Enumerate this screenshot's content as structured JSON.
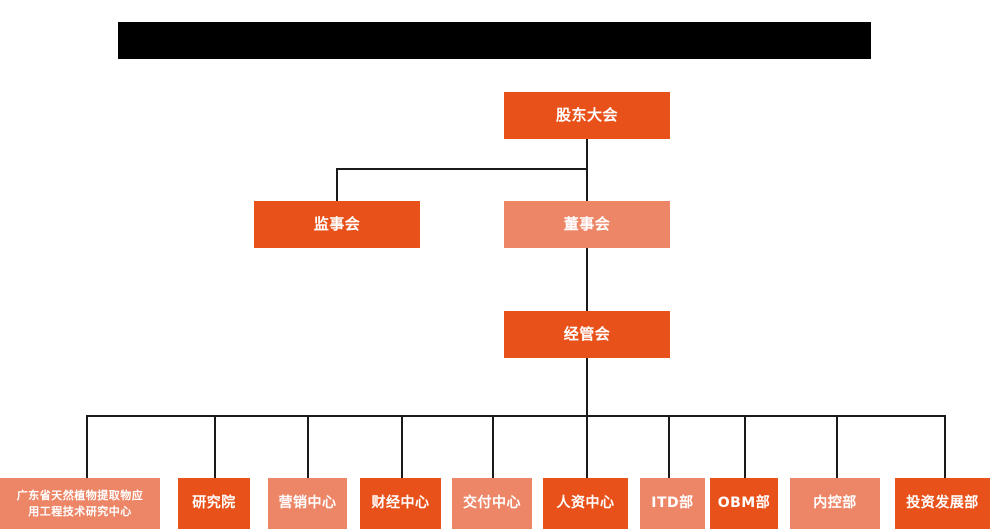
{
  "page": {
    "title_bar": "",
    "background_color": "#ffffff"
  },
  "colors": {
    "dark_orange": "#E8511A",
    "light_orange": "#ED8567",
    "redaction": "#000000",
    "connector": "#1a1a1a",
    "node_text": "#ffffff"
  },
  "org_chart": {
    "levels": [
      {
        "level": 1,
        "nodes": [
          {
            "id": "shareholders",
            "label": "股东大会",
            "tone": "dark"
          }
        ]
      },
      {
        "level": 2,
        "nodes": [
          {
            "id": "supervisors",
            "label": "监事会",
            "tone": "dark"
          },
          {
            "id": "directors",
            "label": "董事会",
            "tone": "light"
          }
        ]
      },
      {
        "level": 3,
        "nodes": [
          {
            "id": "management",
            "label": "经管会",
            "tone": "dark"
          }
        ]
      }
    ],
    "departments": [
      {
        "id": "guangdong-center",
        "label": "广东省天然植物提取物应\n用工程技术研究中心",
        "tone": "light"
      },
      {
        "id": "research-institute",
        "label": "研究院",
        "tone": "dark"
      },
      {
        "id": "marketing-center",
        "label": "营销中心",
        "tone": "light"
      },
      {
        "id": "finance-center",
        "label": "财经中心",
        "tone": "dark"
      },
      {
        "id": "delivery-center",
        "label": "交付中心",
        "tone": "light"
      },
      {
        "id": "hr-center",
        "label": "人资中心",
        "tone": "dark"
      },
      {
        "id": "itd-department",
        "label": "ITD部",
        "tone": "light"
      },
      {
        "id": "obm-department",
        "label": "OBM部",
        "tone": "dark"
      },
      {
        "id": "internal-control-department",
        "label": "内控部",
        "tone": "light"
      },
      {
        "id": "investment-development-department",
        "label": "投资发展部",
        "tone": "dark"
      }
    ]
  }
}
